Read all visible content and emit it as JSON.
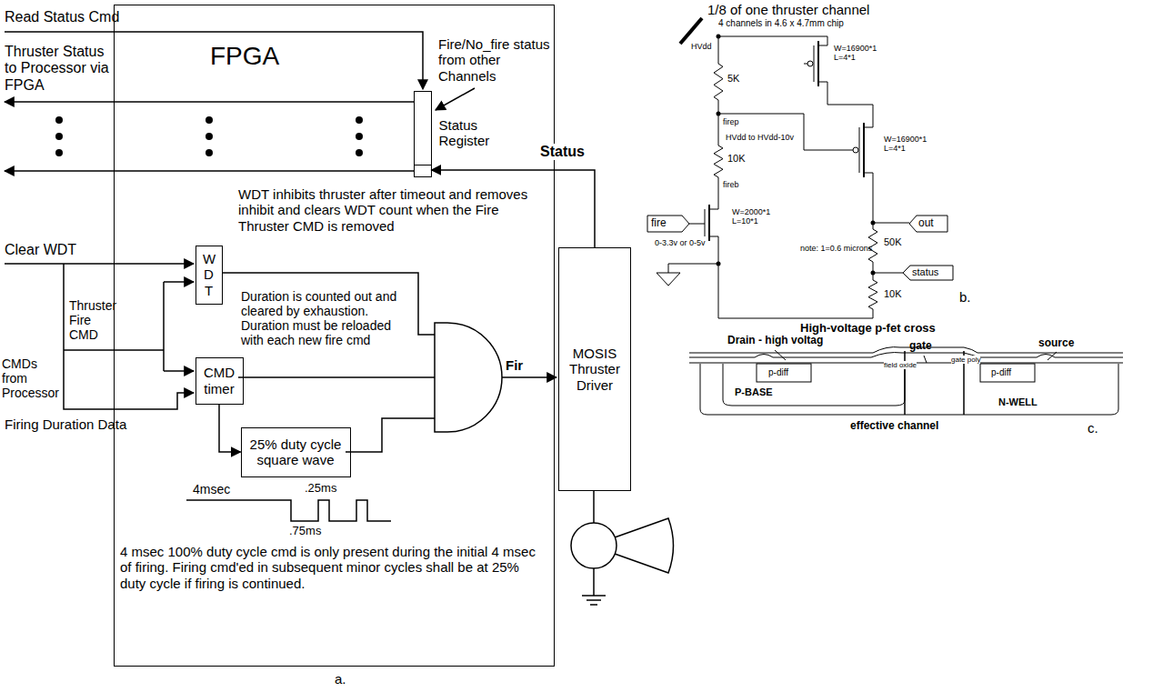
{
  "diagram": {
    "caption": "a.",
    "nodes": [
      {
        "text": [
          "FPGA"
        ]
      },
      {
        "text": [
          "Status Register"
        ],
        "in": 0
      },
      {
        "text": [
          "W D T"
        ],
        "in": 0
      },
      {
        "text": [
          "CMD timer"
        ],
        "in": 0
      },
      {
        "text": [
          "25% duty cycle square wave"
        ],
        "in": 0
      },
      {
        "text": [
          "MOSIS Thruster Driver"
        ]
      }
    ],
    "edges": [
      {
        "from": 3,
        "to": 4,
        "arrow": "to"
      },
      {
        "from": 5,
        "to": 1,
        "label": "Status",
        "arrow": "to"
      }
    ],
    "labels": [
      "Read Status Cmd",
      "Fire/No_fire status from other Channels",
      "Thruster Status to Processor via FPGA",
      "WDT inhibits thruster after timeout and removes inhibit and clears WDT count when the Fire Thruster CMD is removed",
      "Clear WDT",
      "Duration is counted out and cleared by exhaustion. Duration must be reloaded with each new fire cmd",
      "Thruster Fire CMD",
      "CMDs from Processor",
      "Firing Duration Data",
      "4msec",
      ".25ms",
      ".75ms",
      "4 msec 100% duty cycle cmd is only present during the initial 4 msec of firing. Firing cmd'ed in subsequent minor cycles shall be at 25% duty cycle if firing is continued.",
      "Fir",
      "1/8 of one thruster channel",
      "4 channels in 4.6 x 4.7mm chip",
      "HVdd",
      "5K",
      "firep",
      "10K",
      "fireb",
      "W=16900*1 L=4*1",
      "HVdd to HVdd-10v",
      "W=16900*1 L=4*1",
      "W=2000*1 L=10*1",
      "fire",
      "0-3.3v or 0-5v",
      "note: 1=0.6 microns",
      "out",
      "50K",
      "status",
      "10K",
      "b.",
      "High-voltage p-fet cross",
      "Drain - high voltag",
      "gate",
      "source",
      "p-diff",
      "field oxide",
      "gate poly",
      "p-diff",
      "P-BASE",
      "N-WELL",
      "effective channel",
      "c."
    ]
  }
}
